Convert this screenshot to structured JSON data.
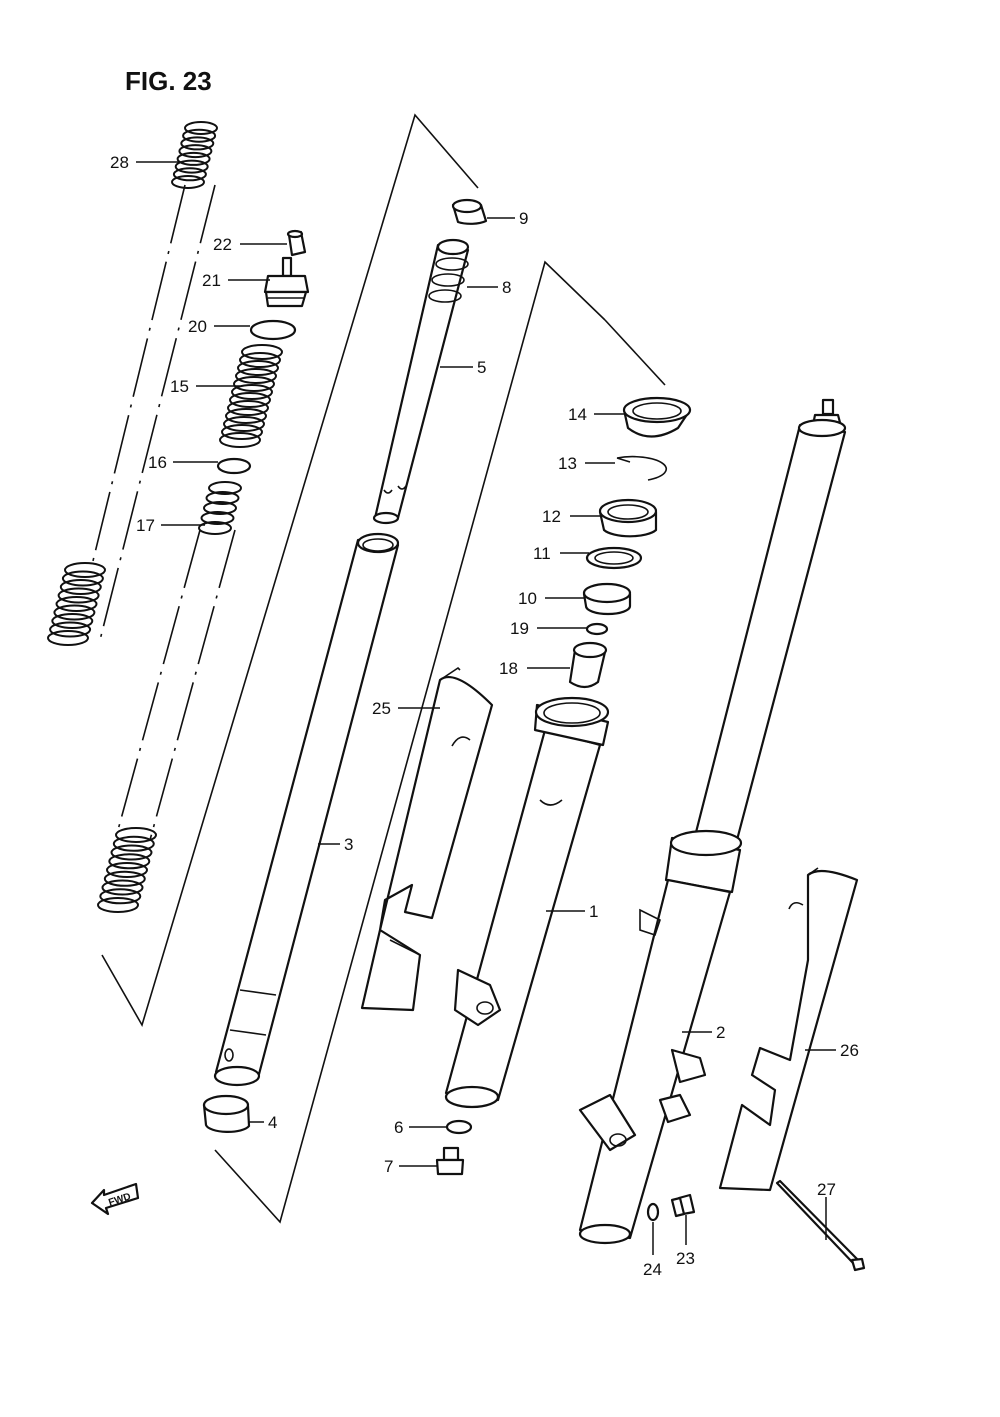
{
  "figure": {
    "title": "FIG. 23"
  },
  "fwd_label": "FWD",
  "callouts": [
    {
      "id": "c1",
      "label": "1"
    },
    {
      "id": "c2",
      "label": "2"
    },
    {
      "id": "c3",
      "label": "3"
    },
    {
      "id": "c4",
      "label": "4"
    },
    {
      "id": "c5",
      "label": "5"
    },
    {
      "id": "c6",
      "label": "6"
    },
    {
      "id": "c7",
      "label": "7"
    },
    {
      "id": "c8",
      "label": "8"
    },
    {
      "id": "c9",
      "label": "9"
    },
    {
      "id": "c10",
      "label": "10"
    },
    {
      "id": "c11",
      "label": "11"
    },
    {
      "id": "c12",
      "label": "12"
    },
    {
      "id": "c13",
      "label": "13"
    },
    {
      "id": "c14",
      "label": "14"
    },
    {
      "id": "c15",
      "label": "15"
    },
    {
      "id": "c16",
      "label": "16"
    },
    {
      "id": "c17",
      "label": "17"
    },
    {
      "id": "c18",
      "label": "18"
    },
    {
      "id": "c19",
      "label": "19"
    },
    {
      "id": "c20",
      "label": "20"
    },
    {
      "id": "c21",
      "label": "21"
    },
    {
      "id": "c22",
      "label": "22"
    },
    {
      "id": "c23",
      "label": "23"
    },
    {
      "id": "c24",
      "label": "24"
    },
    {
      "id": "c25",
      "label": "25"
    },
    {
      "id": "c26",
      "label": "26"
    },
    {
      "id": "c27",
      "label": "27"
    },
    {
      "id": "c28",
      "label": "28"
    }
  ]
}
